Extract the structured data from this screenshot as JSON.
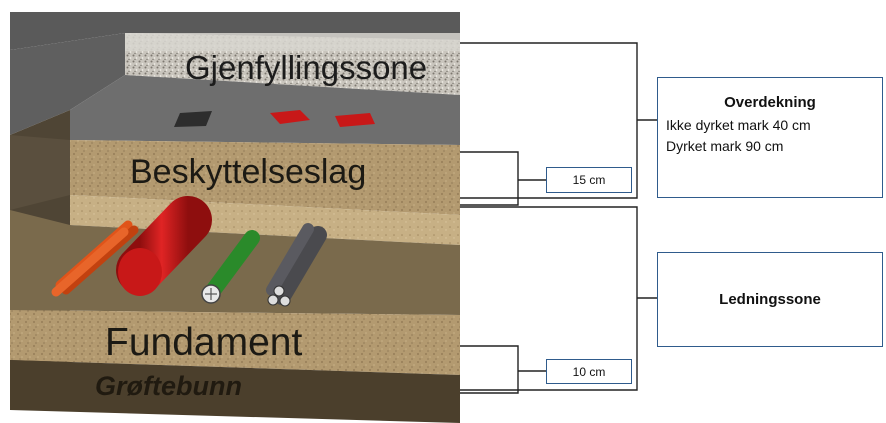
{
  "layers": {
    "gjenfylling": "Gjenfyllingssone",
    "beskyttelse": "Beskyttelseslag",
    "fundament": "Fundament",
    "bunn": "Grøftebunn"
  },
  "annotations": {
    "protection_thickness": "15 cm",
    "foundation_thickness": "10 cm"
  },
  "overdekning": {
    "title": "Overdekning",
    "lines": [
      "Ikke dyrket mark 40 cm",
      "Dyrket mark 90 cm"
    ]
  },
  "ledningssone": "Ledningssone",
  "colors": {
    "sand": "#b39a70",
    "gravel": "#c9c5bd",
    "red_pipe": "#d21c1c",
    "orange_pipe": "#e0541a",
    "green_cable": "#2a8a2a",
    "dark_cable": "#4a4a4e",
    "box_border": "#2f5b8c"
  }
}
